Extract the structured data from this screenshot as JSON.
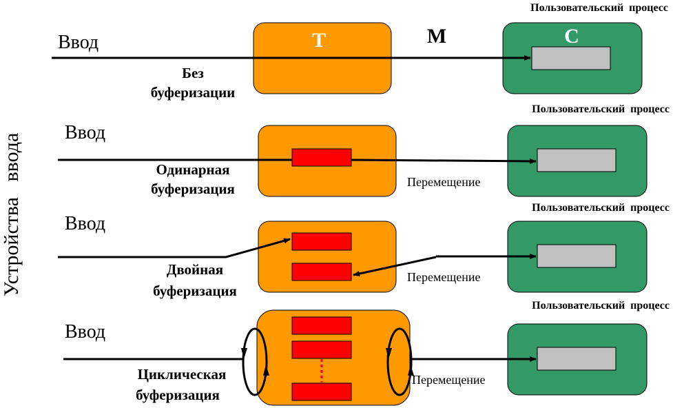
{
  "side_label": "Устройства   ввода",
  "labels": {
    "T": "Т",
    "M": "М",
    "C": "С"
  },
  "colors": {
    "kernel_buffer_area": "#ff9900",
    "user_process": "#339966",
    "buffer": "#ff0000",
    "user_area": "#c0c0c0",
    "line": "#000000"
  },
  "rows": [
    {
      "input": "Ввод",
      "mode_line1": "Без",
      "mode_line2": "буферизации",
      "process": "Пользовательский  процесс",
      "move": ""
    },
    {
      "input": "Ввод",
      "mode_line1": "Одинарная",
      "mode_line2": "буферизация",
      "process": "Пользовательский  процесс",
      "move": "Перемещение"
    },
    {
      "input": "Ввод",
      "mode_line1": "Двойная",
      "mode_line2": "буферизация",
      "process": "Пользовательский  процесс",
      "move": "Перемещение"
    },
    {
      "input": "Ввод",
      "mode_line1": "Циклическая",
      "mode_line2": "буферизация",
      "process": "Пользовательский  процесс",
      "move": "Перемещение"
    }
  ]
}
